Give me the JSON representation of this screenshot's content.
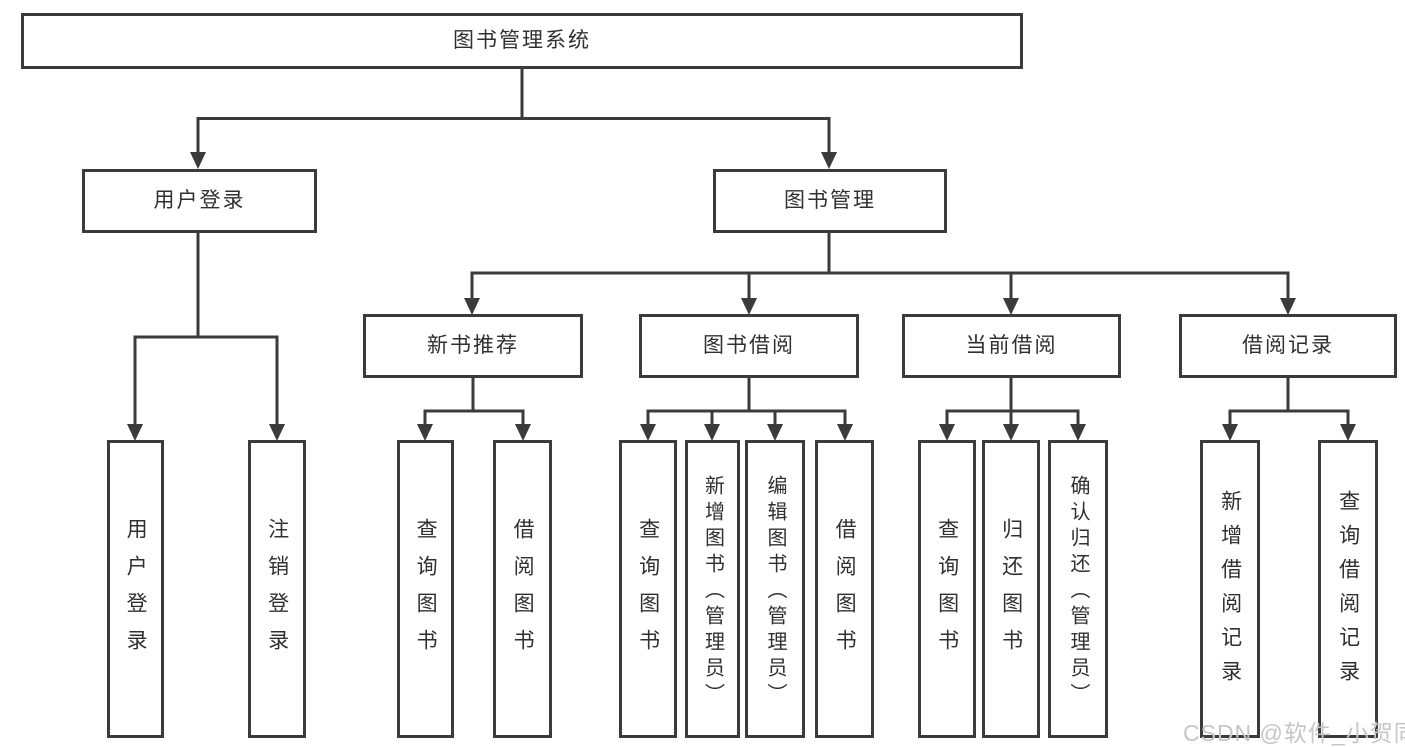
{
  "diagram": {
    "root": "图书管理系统",
    "level2": [
      "用户登录",
      "图书管理"
    ],
    "level3": [
      "新书推荐",
      "图书借阅",
      "当前借阅",
      "借阅记录"
    ],
    "leaves": {
      "user": [
        "用户登录",
        "注销登录"
      ],
      "recommend": [
        "查询图书",
        "借阅图书"
      ],
      "borrow": [
        "查询图书",
        "新增图书（管理员）",
        "编辑图书（管理员）",
        "借阅图书"
      ],
      "current": [
        "查询图书",
        "归还图书",
        "确认归还（管理员）"
      ],
      "records": [
        "新增借阅记录",
        "查询借阅记录"
      ]
    },
    "watermark": "CSDN @软件_小贺同学",
    "colors": {
      "line": "#3b3b3b",
      "text": "#303030",
      "background": "#ffffff",
      "watermark": "#c6c6c6"
    }
  }
}
